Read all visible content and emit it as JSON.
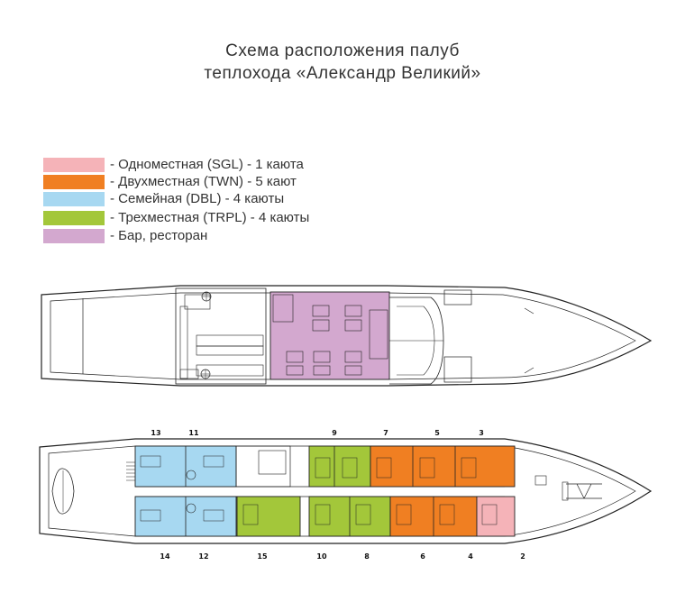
{
  "title": {
    "line1": "Схема расположения палуб",
    "line2": "теплохода «Александр Великий»"
  },
  "colors": {
    "sgl": "#f5b3b8",
    "twn": "#f07f22",
    "dbl": "#a7d8f1",
    "trpl": "#a3c73a",
    "bar": "#d3a8cf"
  },
  "legend": [
    {
      "text": "- Одноместная (SGL) - 1 каюта",
      "color": "#f5b3b8"
    },
    {
      "text": "- Двухместная (TWN) - 5 кают",
      "color": "#f07f22"
    },
    {
      "text": "- Семейная (DBL) - 4 каюты",
      "color": "#a7d8f1"
    },
    {
      "text": "- Трехместная (TRPL) - 4 каюты",
      "color": "#a3c73a"
    },
    {
      "text": "- Бар, ресторан",
      "color": "#d3a8cf"
    }
  ],
  "cabins_top": [
    "13",
    "11",
    "9",
    "7",
    "5",
    "3"
  ],
  "cabins_bottom": [
    "14",
    "12",
    "15",
    "10",
    "8",
    "6",
    "4",
    "2"
  ]
}
